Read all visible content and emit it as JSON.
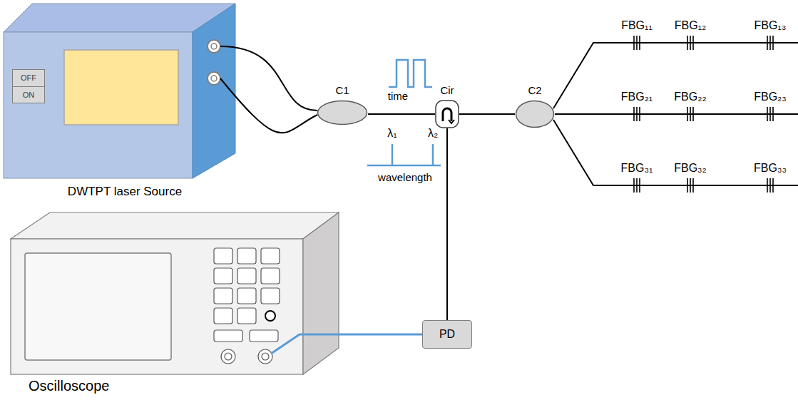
{
  "diagram": {
    "nodes": [
      {
        "text": [
          "DWTPT laser Source"
        ]
      },
      {
        "text": [
          "OFF",
          "ON"
        ],
        "in": 0
      },
      {
        "text": [
          "C1"
        ]
      },
      {
        "text": [
          "Cir"
        ]
      },
      {
        "text": [
          "C2"
        ]
      },
      {
        "text": [
          "PD"
        ]
      },
      {
        "text": [
          "Oscilloscope"
        ]
      }
    ],
    "edges": [
      {
        "from": 0,
        "to": 2,
        "arrow": "none"
      },
      {
        "from": 0,
        "to": 2,
        "arrow": "none"
      },
      {
        "from": 2,
        "to": 3,
        "arrow": "none"
      },
      {
        "from": 3,
        "to": 4,
        "arrow": "none"
      },
      {
        "from": 3,
        "to": 5,
        "arrow": "none"
      },
      {
        "from": 5,
        "to": 6,
        "arrow": "none"
      }
    ],
    "labels": [
      "time",
      "λ₁",
      "λ₂",
      "wavelength",
      "FBG₁₁",
      "FBG₁₂",
      "FBG₁₃",
      "FBG₂₁",
      "FBG₂₂",
      "FBG₂₃",
      "FBG₃₁",
      "FBG₃₂",
      "FBG₃₃"
    ]
  }
}
